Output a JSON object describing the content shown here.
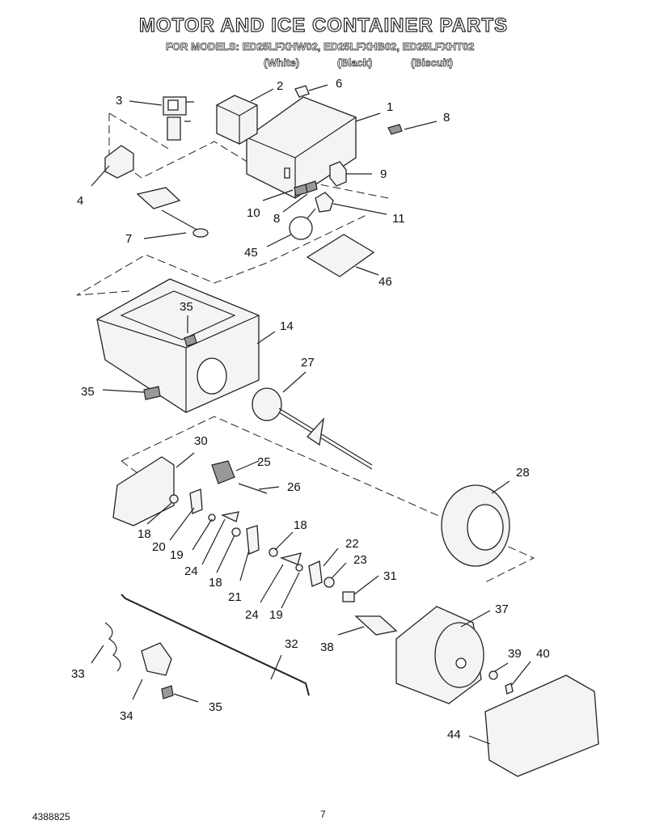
{
  "header": {
    "title": "MOTOR AND ICE CONTAINER PARTS",
    "models": "FOR MODELS: ED25LFXHW02, ED25LFXHB02, ED25LFXHT02",
    "color_white": "(White)",
    "color_black": "(Black)",
    "color_biscuit": "(Biscuit)"
  },
  "callouts": [
    "1",
    "2",
    "3",
    "4",
    "6",
    "7",
    "8",
    "8",
    "9",
    "10",
    "11",
    "14",
    "18",
    "18",
    "18",
    "19",
    "19",
    "20",
    "21",
    "22",
    "23",
    "24",
    "24",
    "25",
    "26",
    "27",
    "28",
    "30",
    "31",
    "32",
    "33",
    "34",
    "35",
    "35",
    "35",
    "37",
    "38",
    "39",
    "40",
    "44",
    "45",
    "46"
  ],
  "footer": {
    "doc_number": "4388825",
    "page_number": "7"
  }
}
